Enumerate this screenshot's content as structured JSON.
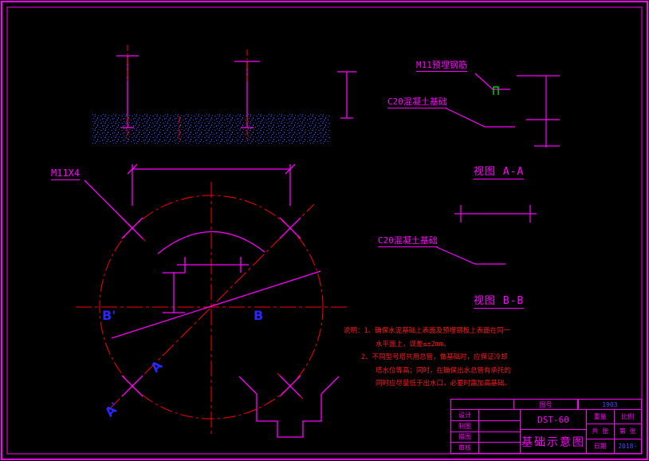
{
  "labels": {
    "m11_embed": "M11预埋钢筋",
    "c20_a": "C20混凝土基础",
    "view_a": "视图 A-A",
    "c20_b": "C20混凝土基础",
    "view_b": "视图 B-B",
    "m11x4": "M11X4",
    "b_left": "B'",
    "b_right": "B",
    "a_upper": "A",
    "a_lower": "A'"
  },
  "notes": {
    "lines": [
      "说明：1、确保水泥基础上表面及预埋钢板上表面在同一",
      "水平面上，误差≤±2mm。",
      "2、不同型号塔共用总管，做基础时，应保证冷却",
      "塔水位等高；同时，在确保出水总管有承托的",
      "同时应尽量低于出水口，必要时需加高基础。"
    ]
  },
  "title_block": {
    "model": "DST-60",
    "drawing_title": "基础示意图",
    "doc_no_label": "图号",
    "doc_no_value": "1903",
    "left_rows": [
      "设计",
      "制图",
      "描图",
      "审核"
    ],
    "weight_label": "重量",
    "scale_label": "比例",
    "sheets_total_label": "共 张",
    "sheet_no_label": "第 张",
    "date_label": "日期",
    "date_value": "2018-"
  },
  "colors": {
    "line_magenta": "#ff00ff",
    "line_red": "#ff0000",
    "letter_blue": "#2828ff",
    "value_blue": "#4a4aff",
    "mark_green": "#00cc00",
    "concrete_speckle": "#2a3ad0"
  }
}
